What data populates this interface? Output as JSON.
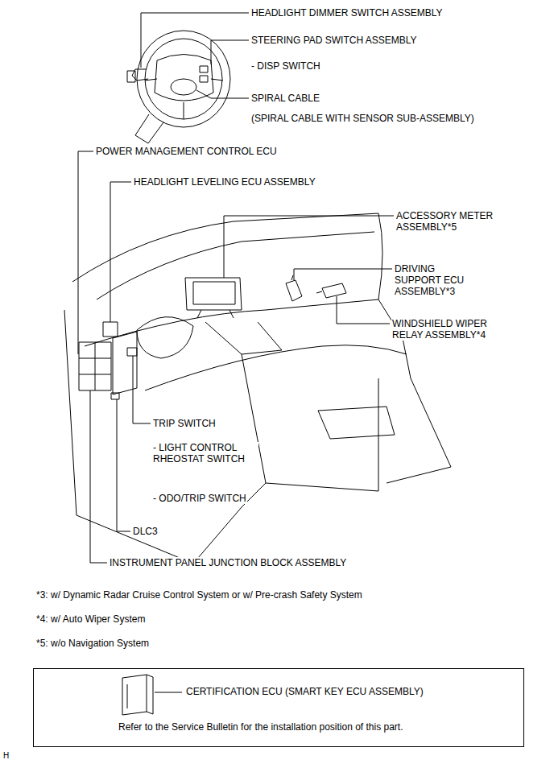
{
  "diagram": {
    "nodes": [
      {
        "text": [
          "CERTIFICATION ECU (SMART KEY ECU ASSEMBLY)",
          "Refer to the Service Bulletin for the installation position of this part."
        ]
      }
    ],
    "labels": [
      "HEADLIGHT DIMMER SWITCH ASSEMBLY",
      "STEERING PAD SWITCH ASSEMBLY",
      "- DISP SWITCH",
      "SPIRAL CABLE",
      "(SPIRAL CABLE WITH SENSOR SUB-ASSEMBLY)",
      "POWER MANAGEMENT CONTROL ECU",
      "HEADLIGHT LEVELING ECU ASSEMBLY",
      "ACCESSORY METER ASSEMBLY*5",
      "DRIVING SUPPORT ECU ASSEMBLY*3",
      "WINDSHIELD WIPER RELAY ASSEMBLY*4",
      "TRIP SWITCH",
      "- LIGHT CONTROL RHEOSTAT SWITCH",
      "- ODO/TRIP SWITCH",
      "DLC3",
      "INSTRUMENT PANEL JUNCTION BLOCK ASSEMBLY",
      "*3: w/ Dynamic Radar Cruise Control System or w/ Pre-crash Safety System",
      "*4: w/ Auto Wiper System",
      "*5: w/o Navigation System",
      "H"
    ]
  }
}
